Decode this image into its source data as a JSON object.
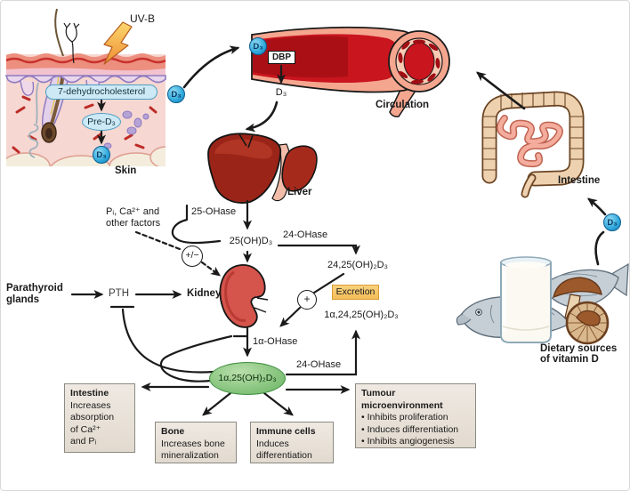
{
  "figure_title": "Vitamin D synthesis and metabolism pathway",
  "colors": {
    "d3_chip_blue": "#2fa8dc",
    "metabolite_pill_fill": "#cde9f6",
    "metabolite_pill_border": "#4d9fc0",
    "calcitriol_fill": "#7cbe74",
    "calcitriol_border": "#3e8e3e",
    "excretion_fill": "#f3bd58",
    "excretion_border": "#dc9b35",
    "target_box_fill": "#e9e2da",
    "target_box_border": "#8a8a82",
    "arrow_black": "#1a1a1a",
    "uvb_bolt_orange": "#ef8d35",
    "vessel_salmon": "#f5a68f",
    "blood_red": "#c9151e",
    "liver_maroon": "#9b2418",
    "kidney_red": "#d5544c",
    "colon_tan": "#eed2b0",
    "green_ellipse_text": "#0d2d0d"
  },
  "skin": {
    "uvb_label": "UV-B",
    "precursor": "7-dehydrocholesterol",
    "pre_d3": "Pre-D₃",
    "d3": "D₃",
    "label": "Skin"
  },
  "circulation": {
    "d3": "D₃",
    "dbp_label": "DBP",
    "free_d3": "D₃",
    "label": "Circulation"
  },
  "liver": {
    "label": "Liver",
    "enzyme": "25-OHase",
    "product": "25(OH)D₃"
  },
  "kidney": {
    "label": "Kidney",
    "enzyme": "1α-OHase",
    "active_hormone": "1α,25(OH)₂D₃"
  },
  "parathyroid": {
    "label_line1": "Parathyroid",
    "label_line2": "glands",
    "hormone": "PTH"
  },
  "regulation": {
    "factors_line1": "Pᵢ, Ca²⁺ and",
    "factors_line2": "other factors",
    "plus_minus": "+/−",
    "plus": "+"
  },
  "catabolism": {
    "enzyme_top": "24-OHase",
    "metabolite_24_25": "24,25(OH)₂D₃",
    "excretion_label": "Excretion",
    "metabolite_1a_24_25": "1α,24,25(OH)₂D₃",
    "enzyme_bottom": "24-OHase"
  },
  "targets": {
    "intestine": {
      "title": "Intestine",
      "lines": [
        "Increases",
        "absorption",
        "of Ca²⁺",
        "and Pᵢ"
      ]
    },
    "bone": {
      "title": "Bone",
      "lines": [
        "Increases bone",
        "mineralization"
      ]
    },
    "immune": {
      "title": "Immune cells",
      "lines": [
        "Induces",
        "differentiation"
      ]
    },
    "tumour": {
      "title_line1": "Tumour",
      "title_line2": "microenvironment",
      "lines": [
        "• Inhibits proliferation",
        "• Induces differentiation",
        "• Inhibits angiogenesis"
      ]
    }
  },
  "intestine_organ": {
    "label": "Intestine",
    "d3": "D₃"
  },
  "dietary": {
    "label_line1": "Dietary sources",
    "label_line2": "of vitamin D"
  }
}
